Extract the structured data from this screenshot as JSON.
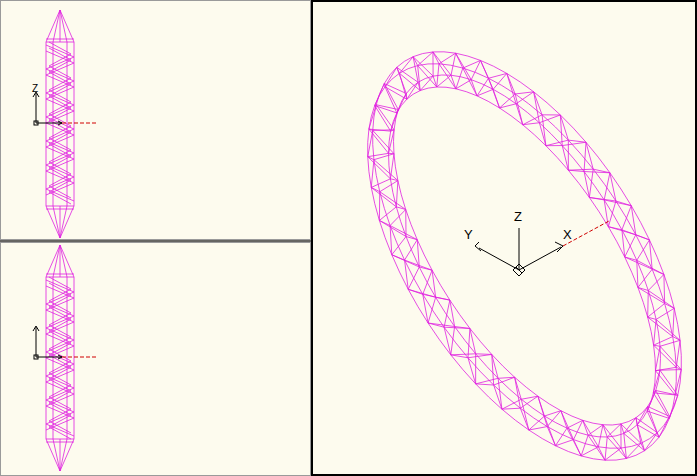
{
  "diagram": {
    "labels": [
      "Z",
      "Z",
      "Y",
      "X"
    ]
  }
}
